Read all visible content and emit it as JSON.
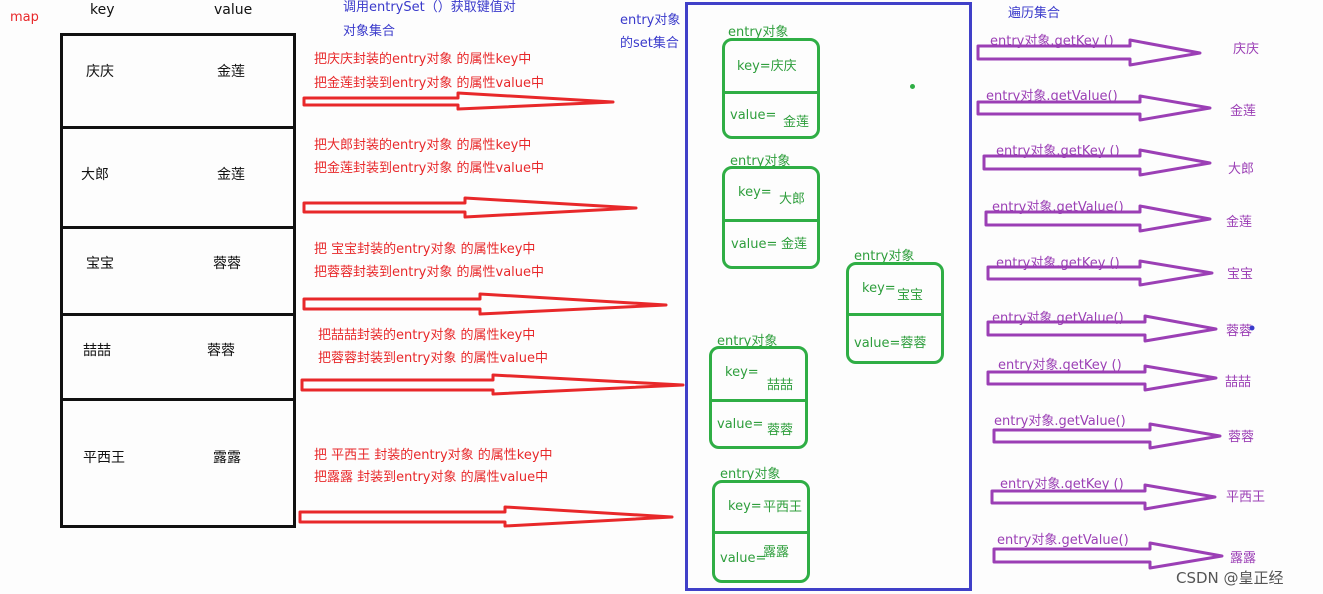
{
  "header": {
    "map_label": "map",
    "key_col": "key",
    "value_col": "value",
    "entryset_line1": "调用entrySet（）获取键值对",
    "entryset_line2": "对象集合",
    "set_label_line1": "entry对象",
    "set_label_line2": "的set集合",
    "traverse_label": "遍历集合"
  },
  "map_rows": [
    {
      "key": "庆庆",
      "value": "金莲"
    },
    {
      "key": "大郎",
      "value": "金莲"
    },
    {
      "key": "宝宝",
      "value": "蓉蓉"
    },
    {
      "key": "喆喆",
      "value": "蓉蓉"
    },
    {
      "key": "平西王",
      "value": "露露"
    }
  ],
  "annotations": [
    {
      "line1": "把庆庆封装的entry对象  的属性key中",
      "line2": "把金莲封装到entry对象  的属性value中"
    },
    {
      "line1": "把大郎封装的entry对象  的属性key中",
      "line2": "把金莲封装到entry对象  的属性value中"
    },
    {
      "line1": "把 宝宝封装的entry对象  的属性key中",
      "line2": "把蓉蓉封装到entry对象  的属性value中"
    },
    {
      "line1": "把喆喆封装的entry对象  的属性key中",
      "line2": "把蓉蓉封装到entry对象  的属性value中"
    },
    {
      "line1": "把   平西王  封装的entry对象  的属性key中",
      "line2": "把露露 封装到entry对象  的属性value中"
    }
  ],
  "entries": [
    {
      "title": "entry对象",
      "key_label": "key=庆庆",
      "value_label": "value=",
      "value": "金莲"
    },
    {
      "title": "entry对象",
      "key_label": "key=",
      "key": "大郎",
      "value_label": "value=",
      "value": "金莲"
    },
    {
      "title": "entry对象",
      "key_label": "key=",
      "key": "宝宝",
      "value_label": "value=蓉蓉"
    },
    {
      "title": "entry对象",
      "key_label": "key=",
      "key": "喆喆",
      "value_label": "value=",
      "value": "蓉蓉"
    },
    {
      "title": "entry对象",
      "key_label": "key=",
      "key": "平西王",
      "value_label": "value=",
      "value": "露露"
    }
  ],
  "traversal": [
    {
      "call": "entry对象.getKey  ()",
      "result": "庆庆"
    },
    {
      "call": "entry对象.getValue()",
      "result": "金莲"
    },
    {
      "call": "entry对象.getKey  ()",
      "result": "大郎"
    },
    {
      "call": "entry对象.getValue()",
      "result": "金莲"
    },
    {
      "call": "entry对象.getKey  ()",
      "result": "宝宝"
    },
    {
      "call": "entry对象.getValue()",
      "result": "蓉蓉"
    },
    {
      "call": "entry对象.getKey  ()",
      "result": "喆喆"
    },
    {
      "call": "entry对象.getValue()",
      "result": "蓉蓉"
    },
    {
      "call": "entry对象.getKey  ()",
      "result": "平西王"
    },
    {
      "call": "entry对象.getValue()",
      "result": "露露"
    }
  ],
  "watermark": "CSDN @皇正经",
  "colors": {
    "red": "#e8282a",
    "blue": "#4040c8",
    "green": "#2fae45",
    "purple": "#9b3fb5"
  }
}
